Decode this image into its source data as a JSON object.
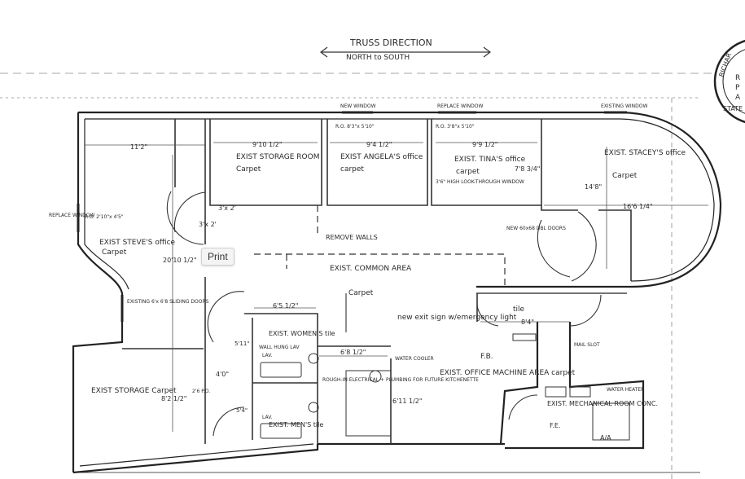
{
  "header": {
    "truss_direction": "TRUSS DIRECTION",
    "north_to_south": "NORTH to SOUTH"
  },
  "seal": {
    "letters": [
      "RICHAR",
      "R",
      "P",
      "A",
      "STATE"
    ]
  },
  "labels": {
    "new_window": "NEW WINDOW",
    "replace_window_top": "REPLACE WINDOW",
    "existing_window": "EXISTING WINDOW",
    "replace_window_left": "REPLACE WINDOW",
    "ro_1": "R.O. 8'3\"x 5'10\"",
    "ro_2": "R.O. 3'8\"x 5'10\"",
    "ro_left": "R.O. 2'10\"x 4'5\"",
    "dim_11_2": "11'2\"",
    "dim_9_10": "9'10 1/2\"",
    "dim_9_4": "9'4 1/2\"",
    "dim_9_9": "9'9 1/2\"",
    "dim_7_8": "7'8 3/4\"",
    "dim_14_8": "14'8\"",
    "dim_16_6": "16'6 1/4\"",
    "dim_20_10": "20'10 1/2\"",
    "dim_6_5": "6'5 1/2\"",
    "dim_6_8": "6'8 1/2\"",
    "dim_5_11": "5'11\"",
    "dim_4_0": "4'0\"",
    "dim_8_2": "8'2 1/2\"",
    "dim_6_11": "6'11 1/2\"",
    "dim_8_4": "8'4\"",
    "dim_5_4": "5'4\"",
    "exist_storage_room": "EXIST STORAGE ROOM",
    "carpet_1": "Carpet",
    "exist_angela": "EXIST ANGELA'S office",
    "carpet_2": "carpet",
    "exist_tina": "EXIST. TINA'S office",
    "carpet_3": "carpet",
    "tina_note": "3'6\" HIGH LOOK-THROUGH WINDOW",
    "exist_stacey": "EXIST. STACEY'S office",
    "carpet_4": "Carpet",
    "exist_steve": "EXIST STEVE'S office",
    "carpet_5": "Carpet",
    "three_by_two": "3'x 2'",
    "remove_walls": "REMOVE WALLS",
    "exist_common": "EXIST. COMMON AREA",
    "carpet_6": "Carpet",
    "new_door": "NEW 60x68 DBL DOORS",
    "new_exit_sign": "new exit sign w/emergency light",
    "tile_1": "tile",
    "exist_womens": "EXIST. WOMEN'S tile",
    "exist_mens": "EXIST. MEN'S tile",
    "rough_in": "ROUGH-IN ELECTRICAL + PLUMBING FOR FUTURE KITCHENETTE",
    "water_cooler": "WATER COOLER",
    "exist_machine": "EXIST. OFFICE MACHINE AREA carpet",
    "fb": "F.B.",
    "exist_mech": "EXIST. MECHANICAL ROOM CONC.",
    "fe": "F.E.",
    "ac": "A/A",
    "exist_storage_2": "EXIST STORAGE Carpet",
    "exist_existing_sliding": "EXISTING 6'x 6'8 SLIDING DOORS",
    "mail_slot": "MAIL SLOT",
    "water_heater": "WATER HEATER",
    "lav_1": "LAV.",
    "lav_2": "LAV.",
    "wall_hung": "WALL HUNG LAV",
    "two_po": "2'6 P.O."
  },
  "tooltip": {
    "label": "Print"
  }
}
